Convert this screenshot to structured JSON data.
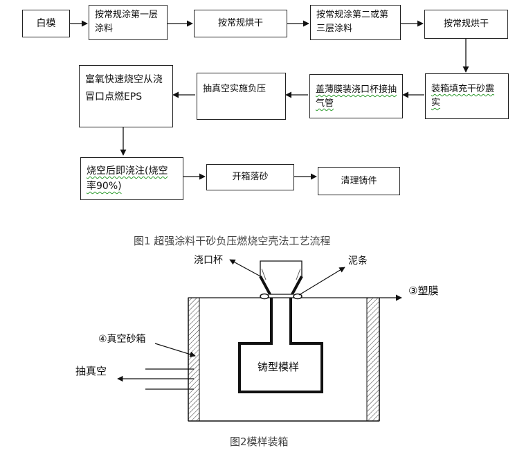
{
  "fig1": {
    "caption": "图1 超强涂料干砂负压燃烧空壳法工艺流程",
    "steps": [
      {
        "text": "白模"
      },
      {
        "text": "按常规涂第一层涂料"
      },
      {
        "text": "按常规烘干"
      },
      {
        "text": "按常规涂第二或第三层涂料"
      },
      {
        "text": "按常规烘干"
      },
      {
        "text": "装箱填充干砂震实"
      },
      {
        "text": "盖薄膜装浇口杯接抽气管"
      },
      {
        "text": "抽真空实施负压"
      },
      {
        "text": "富氧快速烧空从浇冒口点燃EPS"
      },
      {
        "text": "烧空后即浇注(烧空率90%)"
      },
      {
        "text": "开箱落砂"
      },
      {
        "text": "清理铸件"
      }
    ]
  },
  "fig2": {
    "caption": "图2模样装箱",
    "labels": {
      "sprue_cup": "浇口杯",
      "clay_strip": "泥条",
      "film": "③塑膜",
      "vacuum_box": "④真空砂箱",
      "vacuum": "抽真空",
      "pattern": "铸型模样"
    }
  }
}
